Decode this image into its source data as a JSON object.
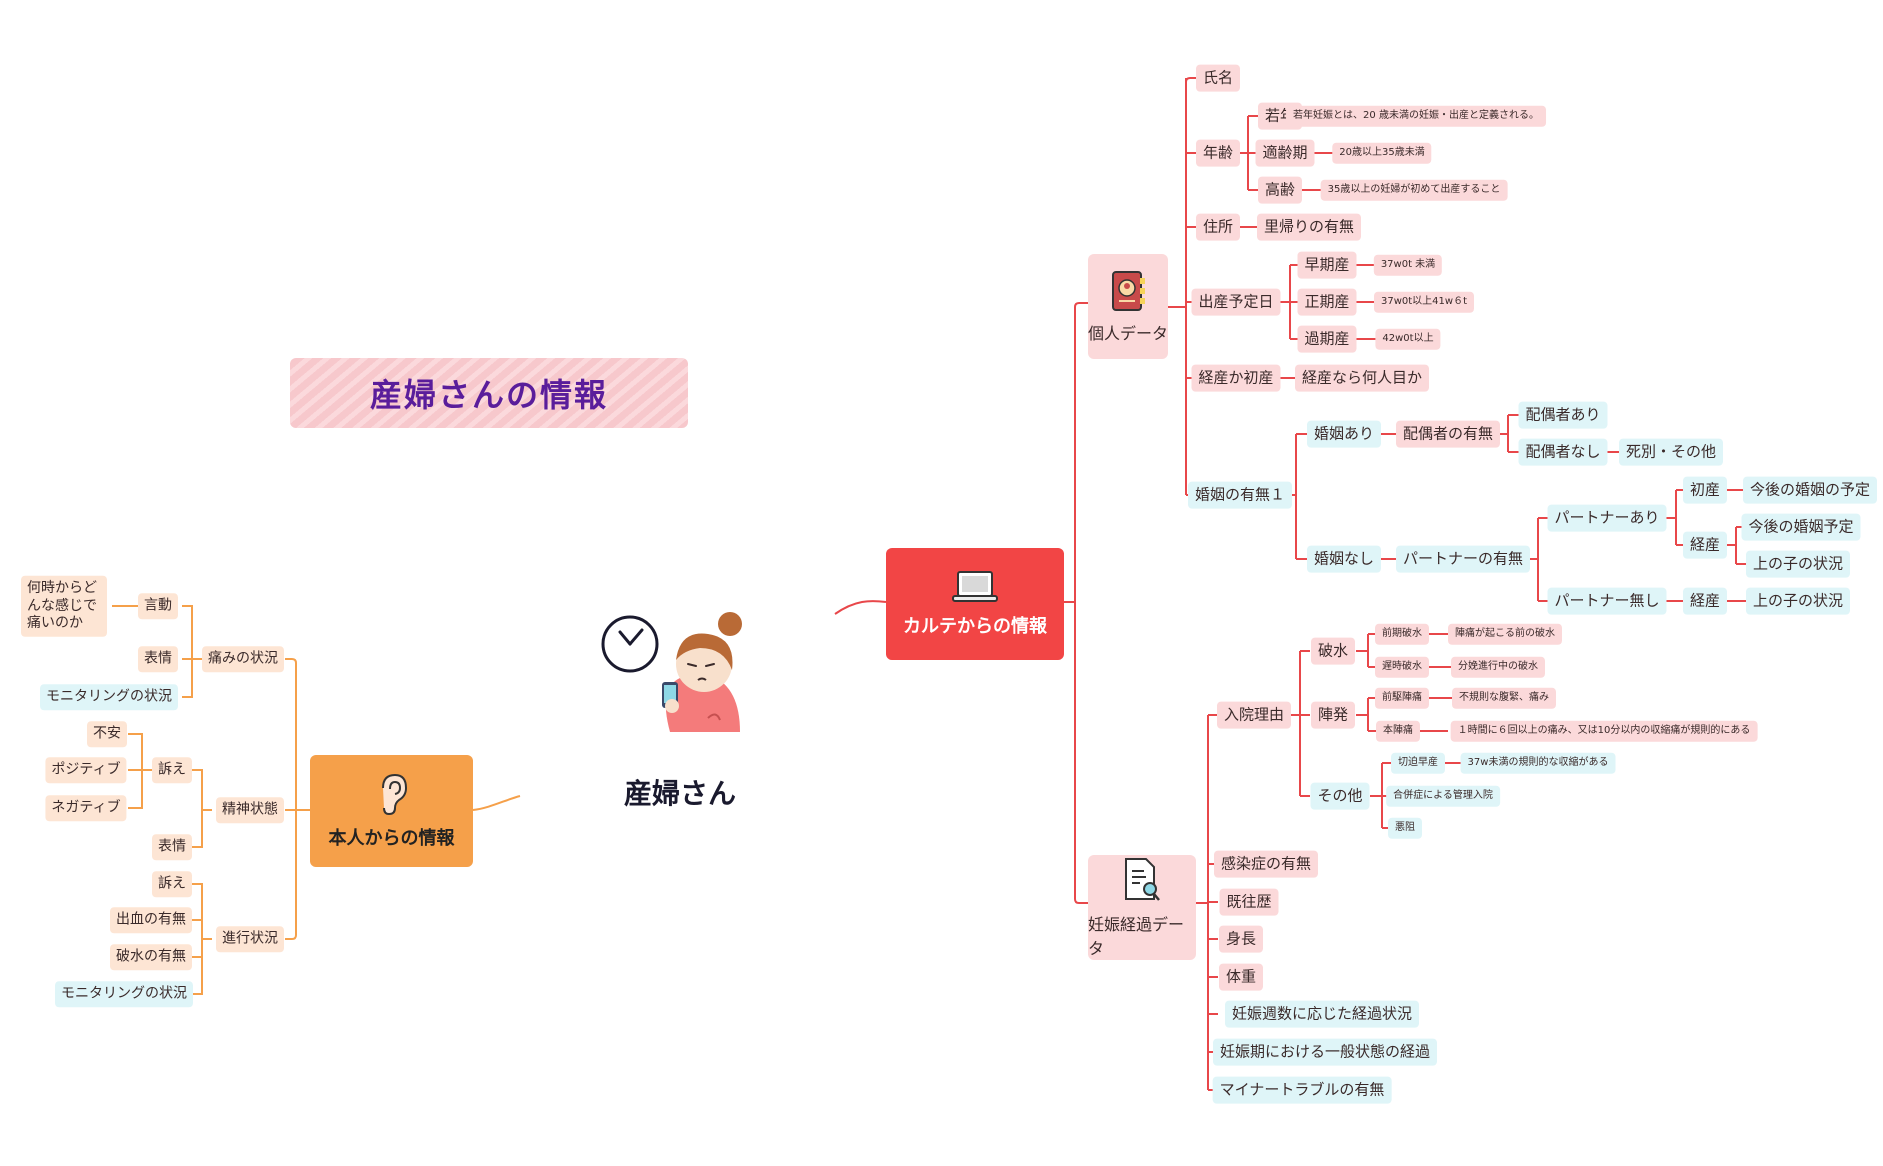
{
  "title": "産婦さんの情報",
  "center": {
    "label": "産婦さん"
  },
  "colors": {
    "karte": "#f24545",
    "self": "#f5a04a",
    "pink_box": "#fbd9da",
    "cyan_box": "#dff5f8",
    "orange_box": "#fde5d4",
    "title_text": "#5a1d9b",
    "red_line": "#e8474a",
    "orange_line": "#f5a04a"
  },
  "karte": {
    "label": "カルテからの情報",
    "icon": "laptop-icon",
    "personal": {
      "label": "個人データ",
      "icon": "address-book-icon",
      "name": "氏名",
      "age": {
        "label": "年齢",
        "young": "若年",
        "young_note": "若年妊娠とは、20 歳未満の妊娠・出産と定義される。",
        "prime": "適齢期",
        "prime_note": "20歳以上35歳未満",
        "elder": "高齢",
        "elder_note": "35歳以上の妊婦が初めて出産すること"
      },
      "address": {
        "label": "住所",
        "child": "里帰りの有無"
      },
      "due": {
        "label": "出産予定日",
        "early": "早期産",
        "early_note": "37w0t 未満",
        "term": "正期産",
        "term_note": "37w0t以上41w６t",
        "post": "過期産",
        "post_note": "42w0t以上"
      },
      "parity": {
        "label": "経産か初産",
        "child": "経産なら何人目か"
      },
      "marriage": {
        "label": "婚姻の有無１",
        "married": "婚姻あり",
        "spouse": "配偶者の有無",
        "spouse_yes": "配偶者あり",
        "spouse_no": "配偶者なし",
        "bereaved": "死別・その他",
        "unmarried": "婚姻なし",
        "partner": "パートナーの有無",
        "partner_yes": "パートナーあり",
        "first": "初産",
        "future_plan": "今後の婚姻の予定",
        "multi": "経産",
        "future_plan2": "今後の婚姻予定",
        "elder_child": "上の子の状況",
        "partner_no": "パートナー無し",
        "multi2": "経産",
        "elder_child2": "上の子の状況"
      }
    },
    "pregnancy": {
      "label": "妊娠経過データ",
      "icon": "document-search-icon",
      "admission": {
        "label": "入院理由",
        "rupture": "破水",
        "prom": "前期破水",
        "prom_note": "陣痛が起こる前の破水",
        "delayed": "遅時破水",
        "delayed_note": "分娩進行中の破水",
        "labor": "陣発",
        "prodromal": "前駆陣痛",
        "prodromal_note": "不規則な腹緊、痛み",
        "true_labor": "本陣痛",
        "true_labor_note": "１時間に６回以上の痛み、又は10分以内の収縮痛が規則的にある",
        "other": "その他",
        "threatened": "切迫早産",
        "threatened_note": "37w未満の規則的な収縮がある",
        "complication": "合併症による管理入院",
        "hyperemesis": "悪阻"
      },
      "infection": "感染症の有無",
      "history": "既往歴",
      "height": "身長",
      "weight": "体重",
      "weekly": "妊娠週数に応じた経過状況",
      "general": "妊娠期における一般状態の経過",
      "minor": "マイナートラブルの有無"
    }
  },
  "self": {
    "label": "本人からの情報",
    "icon": "ear-icon",
    "pain": {
      "label": "痛みの状況",
      "speech": "言動",
      "speech_detail": "何時からどんな感じで痛いのか",
      "expression": "表情",
      "monitoring": "モニタリングの状況"
    },
    "mental": {
      "label": "精神状態",
      "complaint": "訴え",
      "anxiety": "不安",
      "positive": "ポジティブ",
      "negative": "ネガティブ",
      "expression": "表情"
    },
    "progress": {
      "label": "進行状況",
      "complaint": "訴え",
      "bleeding": "出血の有無",
      "rupture": "破水の有無",
      "monitoring": "モニタリングの状況"
    }
  },
  "decor": {
    "clock_icon": "clock-icon",
    "pregnant_woman": "pregnant-woman-illustration",
    "phone_icon": "smartphone-icon"
  }
}
